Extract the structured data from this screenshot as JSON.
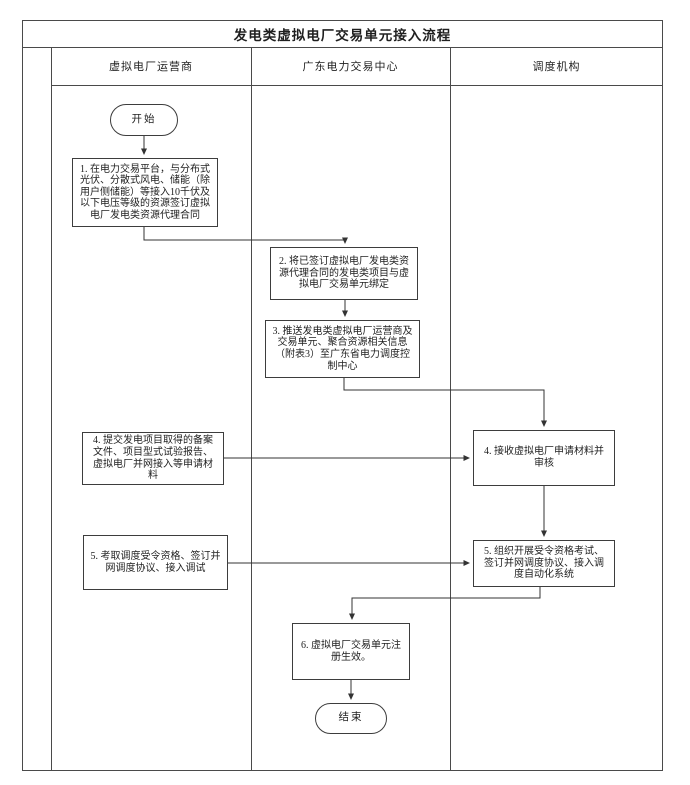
{
  "title": "发电类虚拟电厂交易单元接入流程",
  "lanes": [
    {
      "label": "虚拟电厂运营商"
    },
    {
      "label": "广东电力交易中心"
    },
    {
      "label": "调度机构"
    }
  ],
  "nodes": {
    "start": "开始",
    "step1": "1. 在电力交易平台，与分布式光伏、分散式风电、储能（除用户侧储能）等接入10千伏及以下电压等级的资源签订虚拟电厂发电类资源代理合同",
    "step2": "2. 将已签订虚拟电厂发电类资源代理合同的发电类项目与虚拟电厂交易单元绑定",
    "step3": "3. 推送发电类虚拟电厂运营商及交易单元、聚合资源相关信息（附表3）至广东省电力调度控制中心",
    "step4_left": "4. 提交发电项目取得的备案文件、项目型式试验报告、虚拟电厂并网接入等申请材料",
    "step4_right": "4. 接收虚拟电厂申请材料并审核",
    "step5_left": "5. 考取调度受令资格、签订并网调度协议、接入调试",
    "step5_right": "5. 组织开展受令资格考试、签订并网调度协议、接入调度自动化系统",
    "step6": "6. 虚拟电厂交易单元注册生效。",
    "end": "结束"
  },
  "colors": {
    "line": "#4a4a4a",
    "arrow": "#333333",
    "text": "#1f1f1f",
    "background": "#ffffff"
  }
}
